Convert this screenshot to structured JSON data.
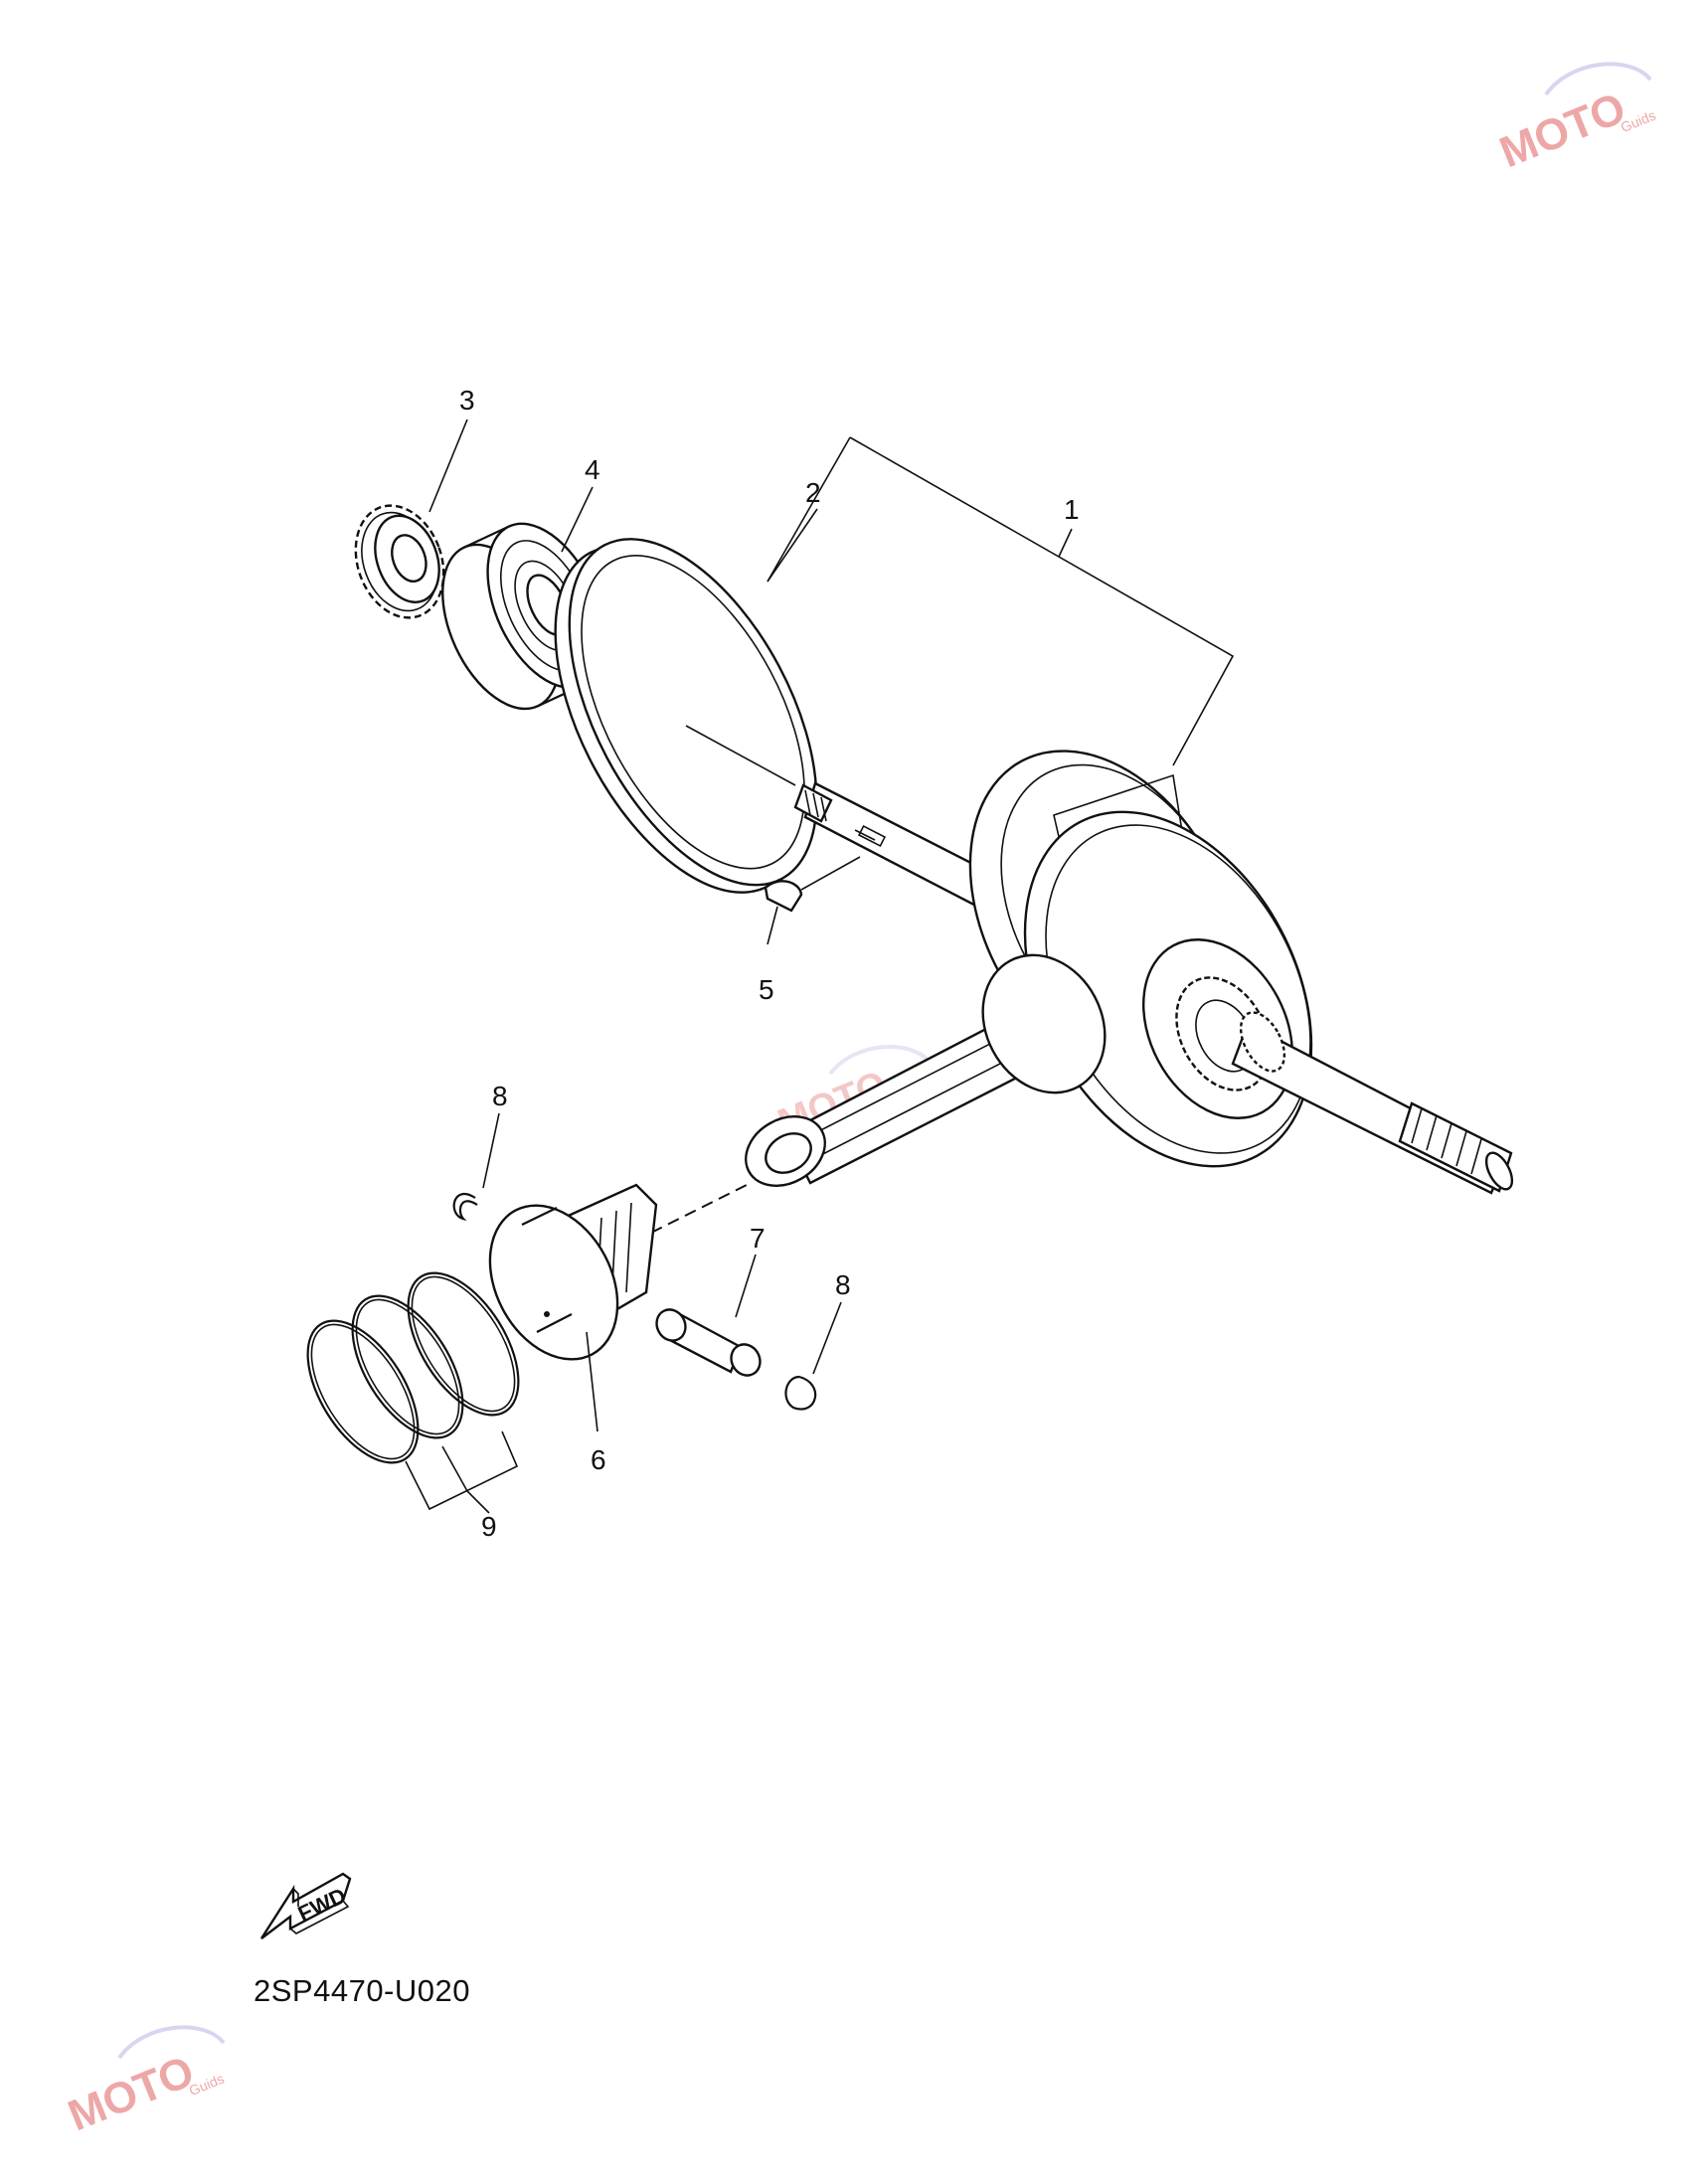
{
  "diagram": {
    "drawing_code": "2SP4470-U020",
    "fwd_label": "FWD",
    "watermark_brand": "MOTO",
    "watermark_sub": "Guids",
    "callouts": [
      "1",
      "2",
      "3",
      "4",
      "5",
      "6",
      "7",
      "8",
      "8",
      "9"
    ]
  }
}
